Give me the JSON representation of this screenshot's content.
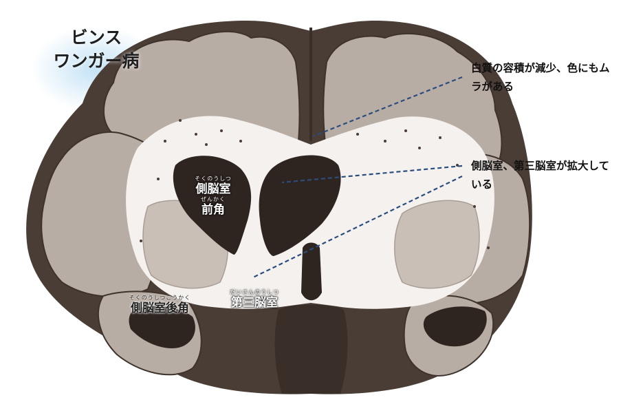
{
  "title": {
    "line1": "ビンス",
    "line2": "ワンガー病"
  },
  "annotations": [
    {
      "text": "白質の容積が減少、色にもムラがある"
    },
    {
      "text": "側脳室、第三脳室が拡大している"
    }
  ],
  "labels": {
    "lateral_anterior": {
      "ruby": "そくのうしつ",
      "line1": "側脳室",
      "ruby2": "ぜんかく",
      "line2": "前角"
    },
    "lateral_posterior": {
      "ruby": "そくのうしつこうかく",
      "line1": "側脳室後角"
    },
    "third_ventricle": {
      "ruby": "だいさんのうしつ",
      "line1": "第三脳室"
    }
  },
  "colors": {
    "cortex_gray": "#b8ada4",
    "white_matter": "#f4f1ee",
    "ventricle": "#2e2420",
    "sulcus": "#4a3d36",
    "leader_line": "#2b4d7e",
    "glow": "#bfe0f5"
  }
}
